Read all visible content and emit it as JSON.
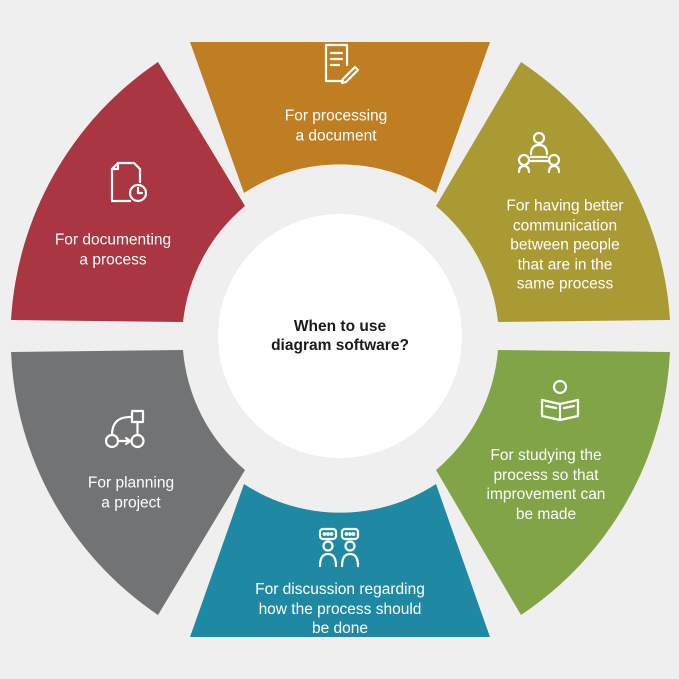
{
  "center": {
    "lines": [
      "When to use",
      "diagram software?"
    ]
  },
  "segments": [
    {
      "key": "document",
      "color": "#c07e22",
      "icon": "document-edit-icon",
      "lines": [
        "For processing",
        "a document"
      ]
    },
    {
      "key": "communication",
      "color": "#aa9a34",
      "icon": "people-network-icon",
      "lines": [
        "For having better",
        "communication",
        "between people",
        "that are in the",
        "same process"
      ]
    },
    {
      "key": "studying",
      "color": "#81a447",
      "icon": "reading-person-icon",
      "lines": [
        "For studying the",
        "process so that",
        "improvement can",
        "be made"
      ]
    },
    {
      "key": "discussion",
      "color": "#1f89a4",
      "icon": "chat-people-icon",
      "lines": [
        "For discussion regarding",
        "how the process should",
        "be done"
      ]
    },
    {
      "key": "planning",
      "color": "#717375",
      "icon": "flowchart-icon",
      "lines": [
        "For planning",
        "a project"
      ]
    },
    {
      "key": "documenting",
      "color": "#a93641",
      "icon": "document-clock-icon",
      "lines": [
        "For documenting",
        "a process"
      ]
    }
  ]
}
